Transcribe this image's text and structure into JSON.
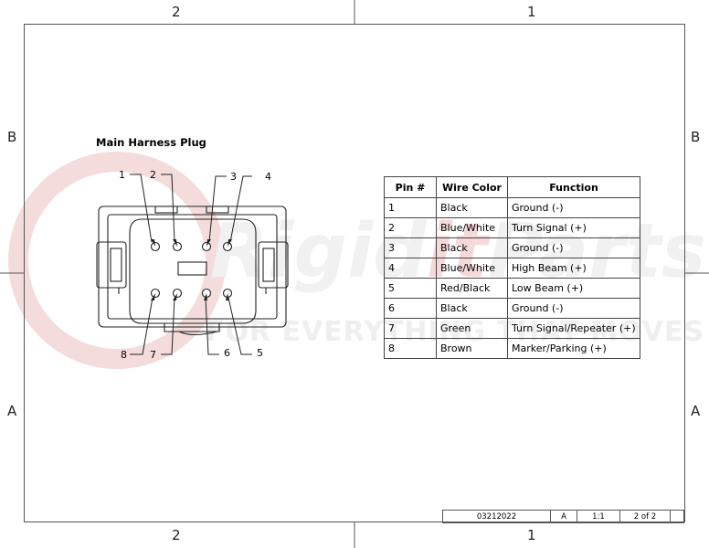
{
  "zones": {
    "top_left": "2",
    "top_right": "1",
    "bottom_left": "2",
    "bottom_right": "1",
    "left_upper": "B",
    "left_lower": "A",
    "right_upper": "B",
    "right_lower": "A"
  },
  "watermark": {
    "brand_left": "Rigid",
    "brand_mid": "it",
    "brand_right": "Parts",
    "tagline": "FOR EVERYTHING THAT MOVES"
  },
  "drawing": {
    "title": "Main Harness Plug",
    "top_callouts": [
      "1",
      "2",
      "3",
      "4"
    ],
    "bottom_callouts": [
      "8",
      "7",
      "6",
      "5"
    ]
  },
  "pin_table": {
    "headers": [
      "Pin #",
      "Wire Color",
      "Function"
    ],
    "rows": [
      [
        "1",
        "Black",
        "Ground (-)"
      ],
      [
        "2",
        "Blue/White",
        "Turn Signal (+)"
      ],
      [
        "3",
        "Black",
        "Ground (-)"
      ],
      [
        "4",
        "Blue/White",
        "High Beam (+)"
      ],
      [
        "5",
        "Red/Black",
        "Low Beam (+)"
      ],
      [
        "6",
        "Black",
        "Ground (-)"
      ],
      [
        "7",
        "Green",
        "Turn Signal/Repeater (+)"
      ],
      [
        "8",
        "Brown",
        "Marker/Parking (+)"
      ]
    ]
  },
  "title_block": {
    "drawing_no": "03212022",
    "rev": "A",
    "scale": "1:1",
    "sheet": "2 of 2"
  }
}
